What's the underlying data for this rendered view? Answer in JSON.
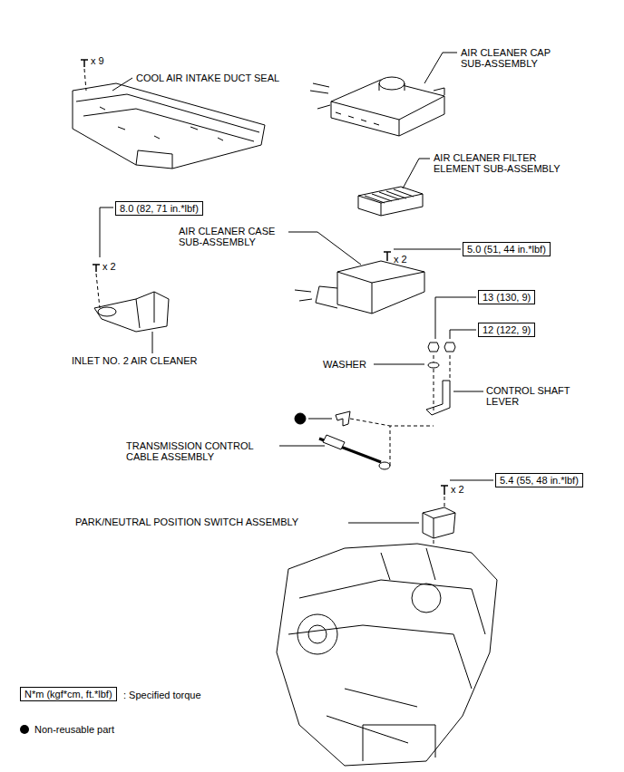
{
  "diagram": {
    "nodes": [
      {
        "text": [
          "8.0 (82, 71 in.*lbf)"
        ]
      },
      {
        "text": [
          "5.0 (51, 44 in.*lbf)"
        ]
      },
      {
        "text": [
          "13 (130, 9)"
        ]
      },
      {
        "text": [
          "12 (122, 9)"
        ]
      },
      {
        "text": [
          "5.4 (55, 48 in.*lbf)"
        ]
      },
      {
        "text": [
          "N*m (kgf*cm, ft.*lbf)"
        ]
      }
    ],
    "labels": [
      "x 9",
      "COOL AIR INTAKE DUCT SEAL",
      "AIR CLEANER CAP SUB-ASSEMBLY",
      "AIR CLEANER FILTER ELEMENT SUB-ASSEMBLY",
      "x 2",
      "AIR CLEANER CASE SUB-ASSEMBLY",
      "x 2",
      "INLET NO. 2 AIR CLEANER",
      "WASHER",
      "CONTROL SHAFT LEVER",
      "TRANSMISSION CONTROL CABLE ASSEMBLY",
      "x 2",
      "PARK/NEUTRAL POSITION SWITCH ASSEMBLY"
    ],
    "legend": [
      {
        "text": ": Specified torque"
      },
      {
        "text": "Non-reusable part",
        "color": "#000000"
      }
    ]
  }
}
